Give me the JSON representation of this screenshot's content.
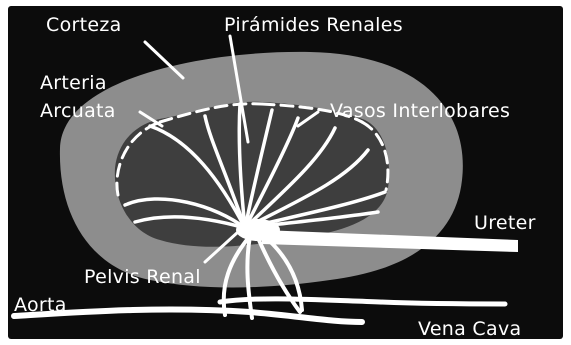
{
  "labels": {
    "corteza": "Corteza",
    "piramides": "Pirámides Renales",
    "arteria": "Arteria",
    "arcuata": "Arcuata",
    "vasos": "Vasos Interlobares",
    "ureter": "Ureter",
    "pelvis": "Pelvis Renal",
    "aorta": "Aorta",
    "vena_cava": "Vena Cava"
  },
  "colors": {
    "background": "#0c0c0c",
    "cortex": "#8d8d8d",
    "medulla": "#3e3e3e",
    "vessels": "#ffffff"
  }
}
